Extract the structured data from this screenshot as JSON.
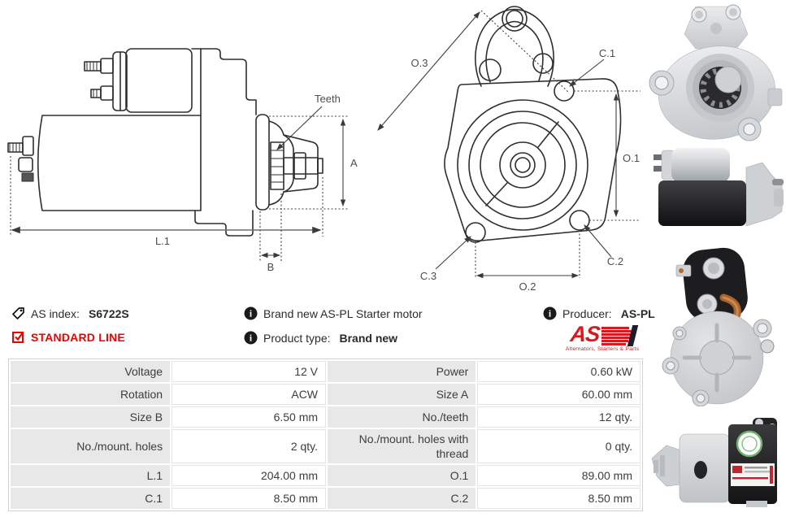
{
  "drawings": {
    "side_view": {
      "teeth": "Teeth",
      "a": "A",
      "l1": "L.1",
      "b": "B"
    },
    "front_view": {
      "o3": "O.3",
      "c1": "C.1",
      "o1": "O.1",
      "c2": "C.2",
      "c3": "C.3",
      "o2": "O.2"
    }
  },
  "info": {
    "as_index": {
      "label": "AS index:",
      "value": "S6722S"
    },
    "standard_line": "STANDARD LINE",
    "description": "Brand new AS-PL Starter motor",
    "product_type": {
      "label": "Product type:",
      "value": "Brand new"
    },
    "producer": {
      "label": "Producer:",
      "value": "AS-PL"
    },
    "logo": {
      "text": "AS",
      "tagline": "Alternators, Starters & Parts"
    }
  },
  "colors": {
    "badge_red": "#ef0000",
    "logo_red": "#d71920",
    "drawing_line": "#2e2e2e",
    "table_label_bg": "#e8e8e8"
  },
  "spec_table": {
    "rows": [
      {
        "label1": "Voltage",
        "value1": "12 V",
        "label2": "Power",
        "value2": "0.60 kW"
      },
      {
        "label1": "Rotation",
        "value1": "ACW",
        "label2": "Size A",
        "value2": "60.00 mm"
      },
      {
        "label1": "Size B",
        "value1": "6.50 mm",
        "label2": "No./teeth",
        "value2": "12 qty."
      },
      {
        "label1": "No./mount. holes",
        "value1": "2 qty.",
        "label2": "No./mount. holes with thread",
        "value2": "0 qty."
      },
      {
        "label1": "L.1",
        "value1": "204.00 mm",
        "label2": "O.1",
        "value2": "89.00 mm"
      },
      {
        "label1": "C.1",
        "value1": "8.50 mm",
        "label2": "C.2",
        "value2": "8.50 mm"
      }
    ]
  },
  "photos": [
    {
      "name": "front angled view"
    },
    {
      "name": "side view"
    },
    {
      "name": "rear view with solenoid"
    },
    {
      "name": "side view with labels"
    }
  ]
}
